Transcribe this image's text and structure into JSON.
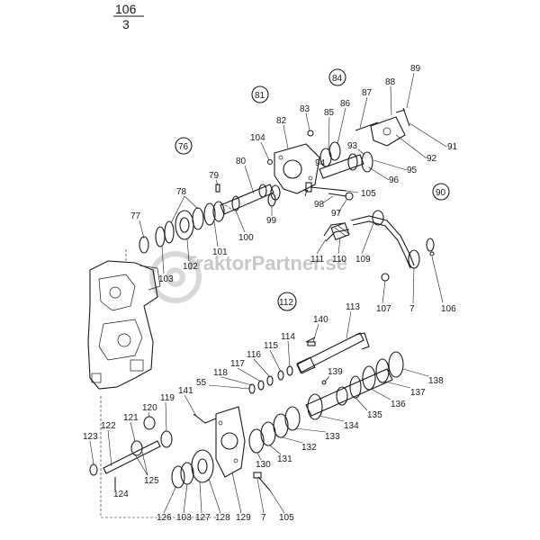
{
  "page_number": {
    "top": "106",
    "bottom": "3"
  },
  "watermark": "TraktorPartner.se",
  "groups": [
    "81",
    "84",
    "76",
    "90",
    "112"
  ],
  "parts": [
    "77",
    "78",
    "79",
    "80",
    "82",
    "83",
    "85",
    "86",
    "87",
    "88",
    "89",
    "91",
    "92",
    "93",
    "94",
    "95",
    "96",
    "97",
    "98",
    "99",
    "100",
    "101",
    "102",
    "103",
    "104",
    "105",
    "106",
    "107",
    "7",
    "109",
    "110",
    "111",
    "113",
    "114",
    "115",
    "116",
    "117",
    "118",
    "55",
    "119",
    "120",
    "121",
    "122",
    "123",
    "124",
    "125",
    "126",
    "127",
    "128",
    "129",
    "130",
    "131",
    "132",
    "133",
    "134",
    "135",
    "136",
    "137",
    "138",
    "139",
    "140",
    "141"
  ]
}
